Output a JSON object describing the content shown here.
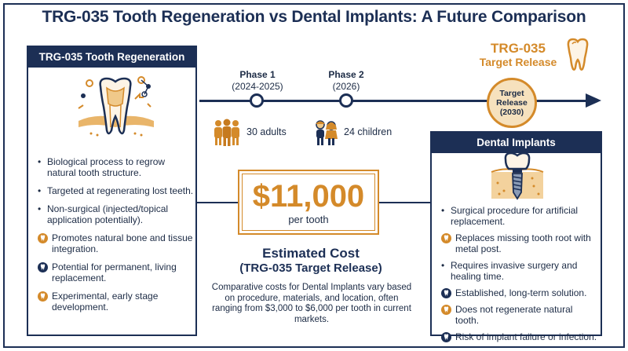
{
  "title": "TRG-035 Tooth Regeneration vs Dental Implants: A Future Comparison",
  "left_panel": {
    "heading": "TRG-035 Tooth Regeneration",
    "items": [
      {
        "text": "Biological process to regrow natural tooth structure.",
        "bullet": "dot"
      },
      {
        "text": "Targeted at regenerating lost teeth.",
        "bullet": "dot"
      },
      {
        "text": "Non-surgical (injected/topical application potentially).",
        "bullet": "dot"
      },
      {
        "text": "Promotes natural bone and tissue integration.",
        "bullet": "tooth-icon-orange"
      },
      {
        "text": "Potential for permanent, living replacement.",
        "bullet": "tooth-icon-navy"
      },
      {
        "text": "Experimental, early stage development.",
        "bullet": "tooth-icon-orange"
      }
    ]
  },
  "timeline": {
    "phase1": {
      "name": "Phase 1",
      "years": "(2024-2025)",
      "participants": "30 adults"
    },
    "phase2": {
      "name": "Phase 2",
      "years": "(2026)",
      "participants": "24 children"
    },
    "target": {
      "line1": "Target",
      "line2": "Release",
      "line3": "(2030)"
    },
    "target_heading": {
      "line1": "TRG-035",
      "line2": "Target Release"
    }
  },
  "price": {
    "amount": "$11,000",
    "unit": "per tooth",
    "label_line1": "Estimated Cost",
    "label_line2": "(TRG-035 Target Release)",
    "comparison": "Comparative costs for Dental Implants vary based on procedure, materials, and location, often ranging from $3,000 to $6,000 per tooth in current markets."
  },
  "right_panel": {
    "heading": "Dental Implants",
    "items": [
      {
        "text": "Surgical procedure for artificial replacement.",
        "bullet": "dot"
      },
      {
        "text": "Replaces missing tooth root with metal post.",
        "bullet": "tooth-icon-orange"
      },
      {
        "text": "Requires invasive surgery and healing time.",
        "bullet": "dot"
      },
      {
        "text": "Established, long-term solution.",
        "bullet": "tooth-icon-navy"
      },
      {
        "text": "Does not regenerate natural tooth.",
        "bullet": "tooth-icon-orange"
      },
      {
        "text": "Risk of implant failure or infection.",
        "bullet": "tooth-icon-navy"
      }
    ]
  },
  "colors": {
    "navy": "#1c2f55",
    "orange": "#d48a2a",
    "cream": "#f6e1bd"
  }
}
